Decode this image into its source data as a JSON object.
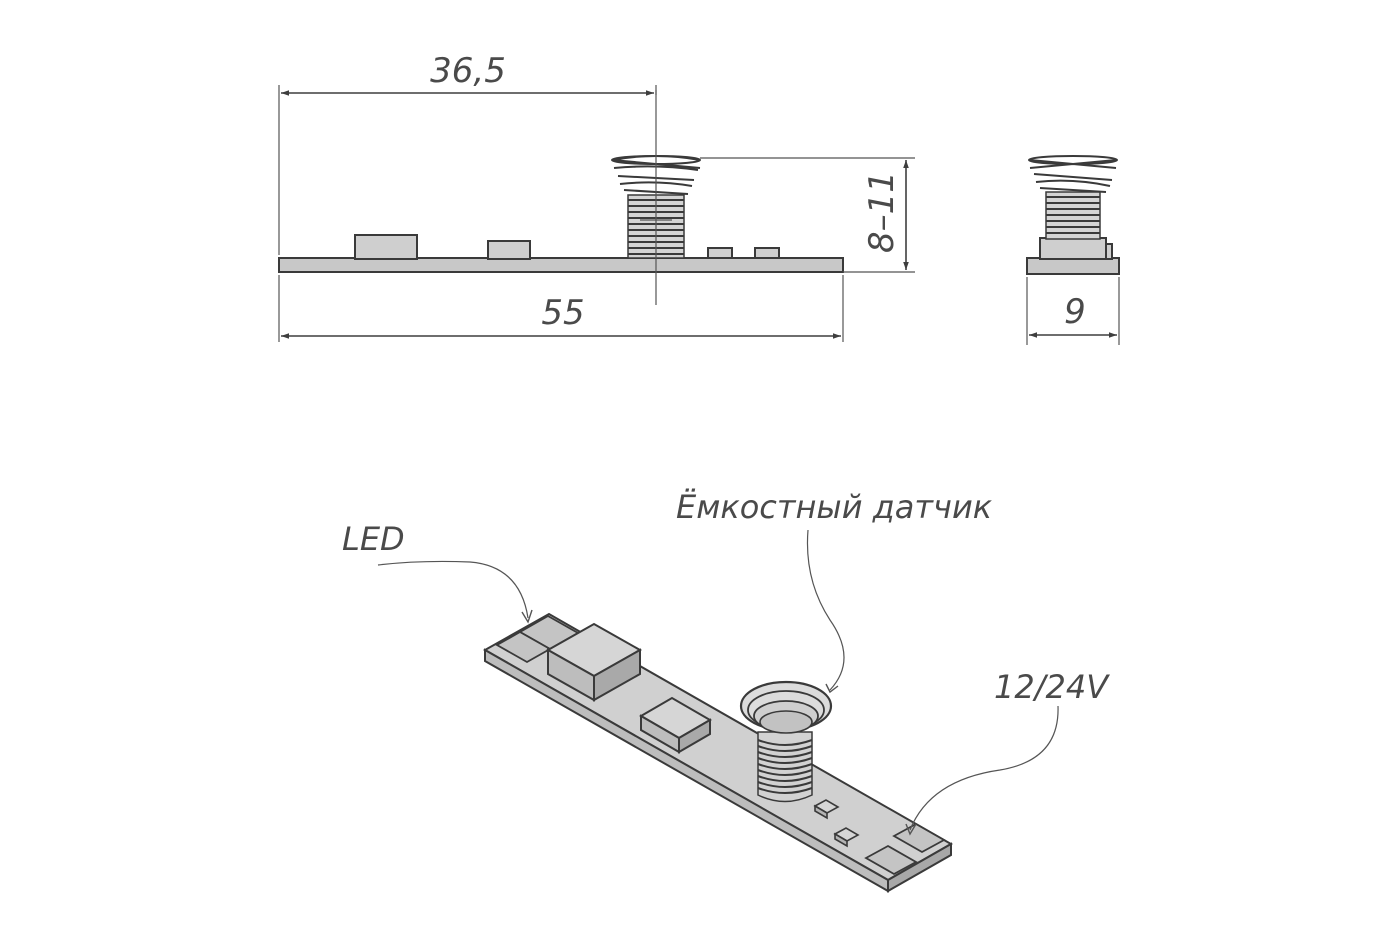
{
  "dimensions": {
    "spring_offset": "36,5",
    "height": "8–11",
    "length": "55",
    "width": "9"
  },
  "callouts": {
    "led": "LED",
    "sensor": "Ёмкостный датчик",
    "power": "12/24V"
  },
  "colors": {
    "line": "#3a3a3a",
    "fill": "#c8c8c8",
    "text": "#4a4a4a"
  }
}
